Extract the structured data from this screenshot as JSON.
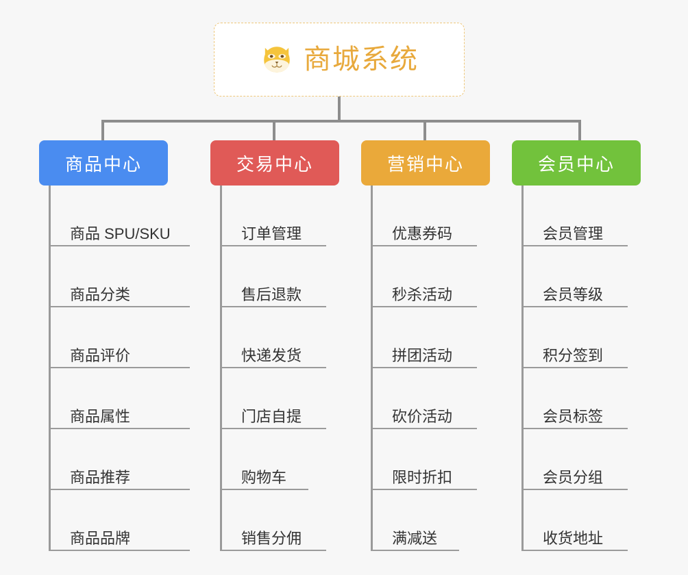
{
  "canvas": {
    "background_color": "#f7f7f7",
    "connector_color": "#8d8d8d"
  },
  "root": {
    "title": "商城系统",
    "icon": "shiba-dog-face-icon",
    "text_color": "#e8a93c",
    "border_color": "#eec77a",
    "background_color": "#ffffff"
  },
  "columns": [
    {
      "label": "商品中心",
      "color": "#4a8cf0",
      "items": [
        "商品 SPU/SKU",
        "商品分类",
        "商品评价",
        "商品属性",
        "商品推荐",
        "商品品牌"
      ]
    },
    {
      "label": "交易中心",
      "color": "#e05a57",
      "items": [
        "订单管理",
        "售后退款",
        "快递发货",
        "门店自提",
        "购物车",
        "销售分佣"
      ]
    },
    {
      "label": "营销中心",
      "color": "#eaa93a",
      "items": [
        "优惠券码",
        "秒杀活动",
        "拼团活动",
        "砍价活动",
        "限时折扣",
        "满减送"
      ]
    },
    {
      "label": "会员中心",
      "color": "#72c23c",
      "items": [
        "会员管理",
        "会员等级",
        "积分签到",
        "会员标签",
        "会员分组",
        "收货地址"
      ]
    }
  ]
}
